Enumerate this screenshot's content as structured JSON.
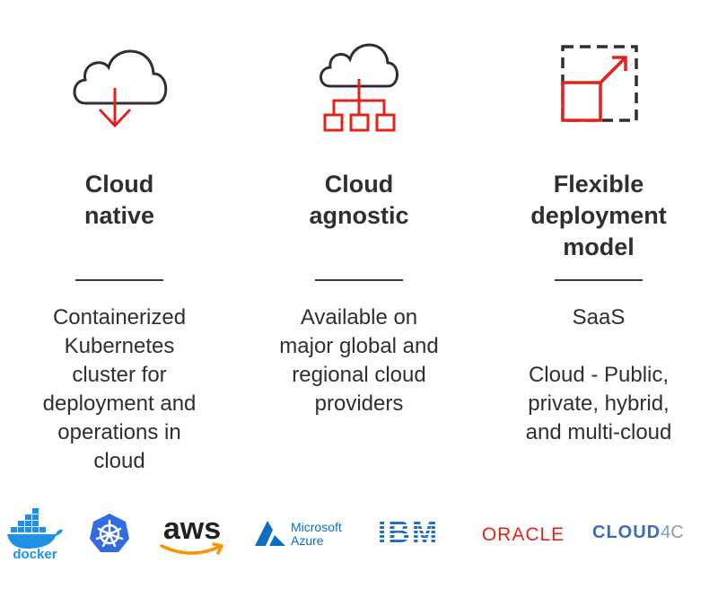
{
  "colors": {
    "accent": "#e2231a",
    "text": "#2f2f33",
    "azure": "#0a6fc2",
    "ibm": "#1f70c1",
    "docker": "#1d91e6",
    "k8s": "#326ce5",
    "aws_text": "#222222",
    "aws_arrow": "#f79400",
    "cloud4c": "#3d6db5"
  },
  "features": [
    {
      "icon": "cloud-download-icon",
      "title_line1": "Cloud",
      "title_line2": "native",
      "description": [
        "Containerized",
        "Kubernetes",
        "cluster for",
        "deployment and",
        "operations in",
        "cloud"
      ]
    },
    {
      "icon": "cloud-network-icon",
      "title_line1": "Cloud",
      "title_line2": "agnostic",
      "description": [
        "Available on",
        "major global and",
        "regional cloud",
        "providers"
      ]
    },
    {
      "icon": "scale-expand-icon",
      "title_line1": "Flexible",
      "title_line2": "deployment",
      "title_line3": "model",
      "description_a": [
        "SaaS"
      ],
      "description_b": [
        "Cloud - Public,",
        "private, hybrid,",
        "and multi-cloud"
      ]
    }
  ],
  "logos": {
    "docker": "docker",
    "aws": "aws",
    "azure_line1": "Microsoft",
    "azure_line2": "Azure",
    "ibm": "IBM",
    "oracle": "ORACLE",
    "cloud4c_main": "CLOUD",
    "cloud4c_suffix": "4C"
  }
}
